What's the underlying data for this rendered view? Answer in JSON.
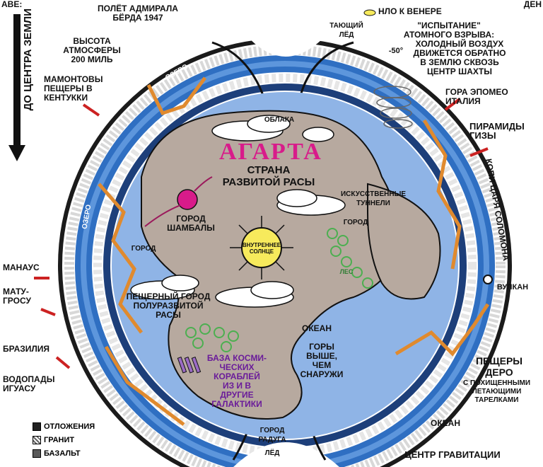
{
  "top_left_partial": "АВЕ:",
  "arrow_label": "ДО ЦЕНТРА ЗЕМЛИ",
  "top_right_partial": "ДЕН",
  "labels": {
    "byrd_flight": "ПОЛЁТ АДМИРАЛА\nБЁРДА 1947",
    "ufo_venus": "НЛО К ВЕНЕРЕ",
    "melting_ice": "ТАЮЩИЙ\nЛЁД",
    "atomic_test": "\"ИСПЫТАНИЕ\"\nАТОМНОГО ВЗРЫВА:",
    "cold_air": "ХОЛОДНЫЙ ВОЗДУХ\nДВИЖЕТСЯ ОБРАТНО\nВ ЗЕМЛЮ СКВОЗЬ\nЦЕНТР ШАХТЫ",
    "minus50": "-50°",
    "atmosphere": "ВЫСОТА\nАТМОСФЕРЫ\n200 МИЛЬ",
    "mammoth_caves": "МАМОНТОВЫ\nПЕЩЕРЫ В\nКЕНТУККИ",
    "lake_top": "ОЗЕРО",
    "lake_left": "ОЗЕРО",
    "clouds": "ОБЛАКА",
    "agartha": "АГАРТА",
    "advanced_race": "СТРАНА\nРАЗВИТОЙ РАСЫ",
    "vesuvius": "ГОРА ЭПОМЕО\nИТАЛИЯ",
    "pyramids": "ПИРАМИДЫ\nГИЗЫ",
    "solomon": "КОПИ ЦАРЯ СОЛОМОНА",
    "tunnels": "ИСКУССТВЕННЫЕ\nТУННЕЛИ",
    "city_right": "ГОРОД",
    "shambala": "ГОРОД\nШАМБАЛЫ",
    "city_left": "ГОРОД",
    "inner_sun": "ВНУТРЕННЕЕ\nСОЛНЦЕ",
    "forest": "ЛЕС",
    "manaus": "МАНАУС",
    "mato_grosso": "МАТУ-\nГРОСУ",
    "cave_city": "ПЕЩЕРНЫЙ ГОРОД\nПОЛУРАЗВИТОЙ\nРАСЫ",
    "volcano": "ВУЛКАН",
    "ocean_inner": "ОКЕАН",
    "brasilia": "БРАЗИЛИЯ",
    "mountains": "ГОРЫ\nВЫШЕ,\nЧЕМ\nСНАРУЖИ",
    "iguazu": "ВОДОПАДЫ\nИГУАСУ",
    "space_base": "БАЗА КОСМИ-\nЧЕСКИХ\nКОРАБЛЕЙ\nИЗ И В\nДРУГИЕ\nГАЛАКТИКИ",
    "dero_caves": "ПЕЩЕРЫ\nДЕРО",
    "stolen_ufos": "С ПОХИЩЕННЫМИ\nЛЕТАЮЩИМИ\nТАРЕЛКАМИ",
    "ocean_outer": "ОКЕАН",
    "city_rainbow": "ГОРОД\nРАДУГА",
    "ice_bottom": "ЛЁД",
    "gravity_center": "ЦЕНТР ГРАВИТАЦИИ"
  },
  "legend": [
    {
      "label": "ОТЛОЖЕНИЯ",
      "color": "#222222"
    },
    {
      "label": "ГРАНИТ",
      "color": "#9a9a9a"
    },
    {
      "label": "БАЗАЛЬТ",
      "color": "#5a5a5a"
    }
  ],
  "colors": {
    "inner_land": "#b7a99f",
    "inner_sea": "#8fb4e6",
    "ring_blue": "#2f6fc2",
    "ring_dark": "#1d3f7a",
    "veins": "#e08a2e",
    "arrows": "#cc2222",
    "title": "#d81b8a",
    "sun": "#f7ea5c",
    "forest": "#4caf50"
  }
}
